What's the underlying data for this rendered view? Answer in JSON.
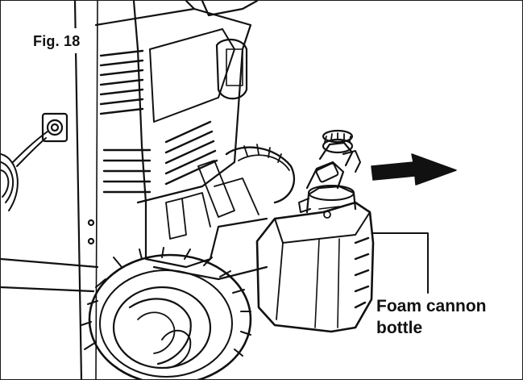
{
  "figure": {
    "label": "Fig. 18",
    "callout": {
      "line1": "Foam cannon",
      "line2": "bottle"
    },
    "colors": {
      "ink": "#111111",
      "paper": "#ffffff",
      "frame": "#1a1a1a"
    },
    "icons": [
      "pressure-washer-body",
      "hose-connector",
      "wheel",
      "foam-cannon-bottle",
      "nozzle-knob",
      "direction-arrow-icon"
    ]
  }
}
